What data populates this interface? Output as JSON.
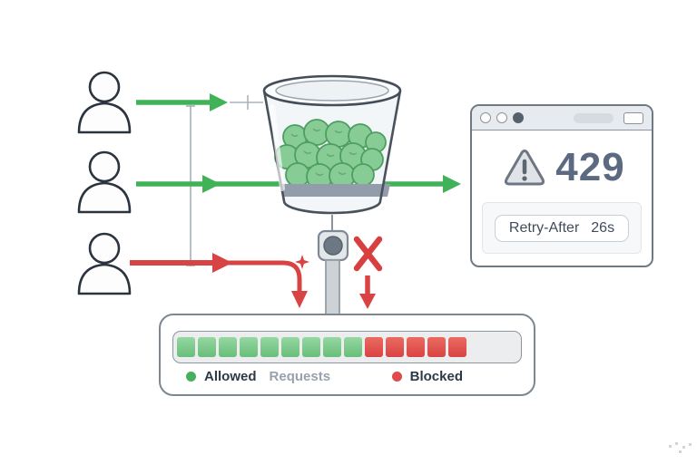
{
  "browser_window": {
    "status_code": "429",
    "retry_after_label": "Retry-After",
    "retry_after_value": "26s"
  },
  "usage_bar": {
    "allowed_count": 9,
    "blocked_count": 5,
    "capacity": 16,
    "legend": {
      "allowed_label": "Allowed",
      "allowed_suffix": "Requests",
      "blocked_label": "Blocked"
    }
  },
  "icons": {
    "users": [
      "user-icon",
      "user-icon",
      "user-icon"
    ],
    "warning": "warning-triangle-icon",
    "blocked_cross": "x-icon",
    "bucket": "token-bucket",
    "valve": "valve-icon"
  },
  "colors": {
    "allowed_green": "#41b257",
    "blocked_red": "#d84343",
    "token_green": "#87cc95",
    "status_text": "#5b6a80",
    "neutral_gray": "#a7b0b9"
  }
}
